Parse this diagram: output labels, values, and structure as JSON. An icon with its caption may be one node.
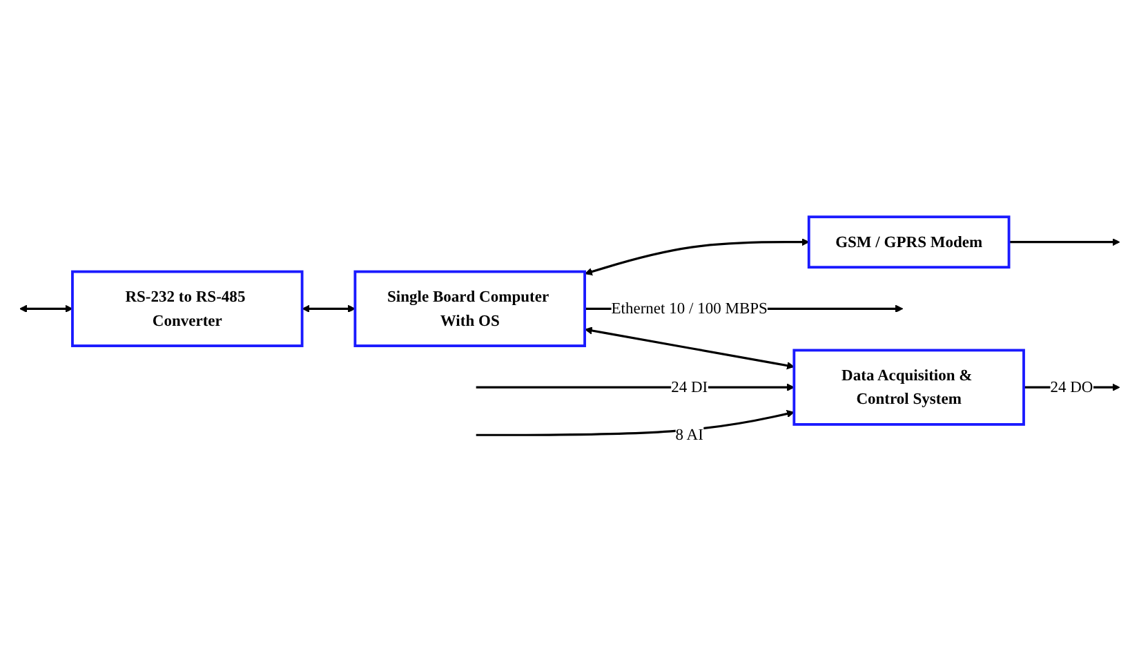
{
  "diagram": {
    "nodes": [
      {
        "text": [
          "RS-232 to RS-485 Converter"
        ]
      },
      {
        "text": [
          "Single Board Computer With OS"
        ]
      },
      {
        "text": [
          "GSM / GPRS Modem"
        ]
      },
      {
        "text": [
          "Data Acquisition & Control System"
        ]
      }
    ],
    "edges": [
      {
        "from": null,
        "to": 0,
        "arrow": "both"
      },
      {
        "from": 0,
        "to": 1,
        "arrow": "both"
      },
      {
        "from": 1,
        "to": 2,
        "arrow": "both"
      },
      {
        "from": 1,
        "to": null,
        "arrow": "to",
        "label": "Ethernet 10 / 100 MBPS"
      },
      {
        "from": 2,
        "to": null,
        "arrow": "to"
      },
      {
        "from": 1,
        "to": 3,
        "arrow": "both"
      },
      {
        "from": null,
        "to": 3,
        "arrow": "to",
        "label": "24 DI"
      },
      {
        "from": null,
        "to": 3,
        "arrow": "to",
        "label": "8 AI"
      },
      {
        "from": 3,
        "to": null,
        "arrow": "to",
        "label": "24 DO"
      }
    ]
  }
}
